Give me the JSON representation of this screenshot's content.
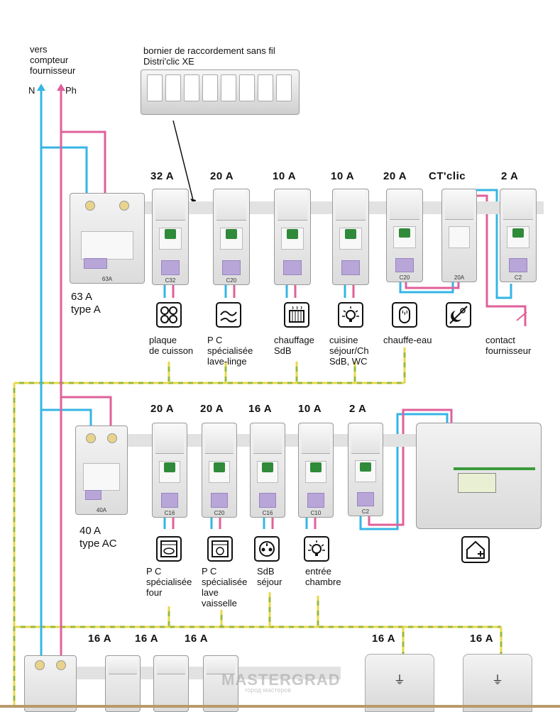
{
  "supply": {
    "note": "vers\ncompteur\nfournisseur",
    "neutral": "N",
    "phase": "Ph"
  },
  "bornier": {
    "label": "bornier de raccordement sans fil\nDistri'clic XE"
  },
  "row1": {
    "rcd": {
      "rating": "63 A",
      "type": "type A",
      "face_text": "63A"
    },
    "breakers": [
      {
        "rating": "32 A",
        "face_text": "C32",
        "load": "plaque\nde cuisson",
        "icon": "hob-icon"
      },
      {
        "rating": "20 A",
        "face_text": "C20",
        "load": "P C\nspécialisée\nlave-linge",
        "icon": "washing-machine-icon"
      },
      {
        "rating": "10 A",
        "face_text": "",
        "load": "chauffage\nSdB",
        "icon": "heater-icon"
      },
      {
        "rating": "10 A",
        "face_text": "",
        "load": "cuisine\nséjour/Ch\nSdB, WC",
        "icon": "lamp-icon"
      },
      {
        "rating": "20 A",
        "face_text": "C20",
        "load": "chauffe-eau",
        "icon": "water-heater-icon"
      },
      {
        "rating": "CT'clic",
        "face_text": "20A",
        "load": "",
        "icon": "night-day-icon"
      },
      {
        "rating": "2 A",
        "face_text": "C2",
        "load": "contact\nfournisseur",
        "icon": ""
      }
    ]
  },
  "row2": {
    "rcd": {
      "rating": "40 A",
      "type": "type AC",
      "face_text": "40A"
    },
    "breakers": [
      {
        "rating": "20 A",
        "face_text": "C16",
        "load": "P C\nspécialisée\nfour",
        "icon": "oven-icon"
      },
      {
        "rating": "20 A",
        "face_text": "C20",
        "load": "P C\nspécialisée\nlave\nvaisselle",
        "icon": "dishwasher-icon"
      },
      {
        "rating": "16 A",
        "face_text": "C16",
        "load": "SdB\nséjour",
        "icon": "socket-icon"
      },
      {
        "rating": "10 A",
        "face_text": "C10",
        "load": "entrée\nchambre",
        "icon": "lamp-icon"
      },
      {
        "rating": "2 A",
        "face_text": "C2",
        "load": "",
        "icon": ""
      }
    ],
    "ecu_icon": "home-plus-icon"
  },
  "row3": {
    "ratings": [
      "16 A",
      "16 A",
      "16 A",
      "16 A",
      "16 A"
    ]
  },
  "watermark": {
    "main": "MASTERGRAD",
    "sub": "город мастеров"
  },
  "colors": {
    "neutral": "#35b5e5",
    "phase": "#e0609a",
    "earth_green": "#9ab83a",
    "earth_yellow": "#e8d84a"
  }
}
